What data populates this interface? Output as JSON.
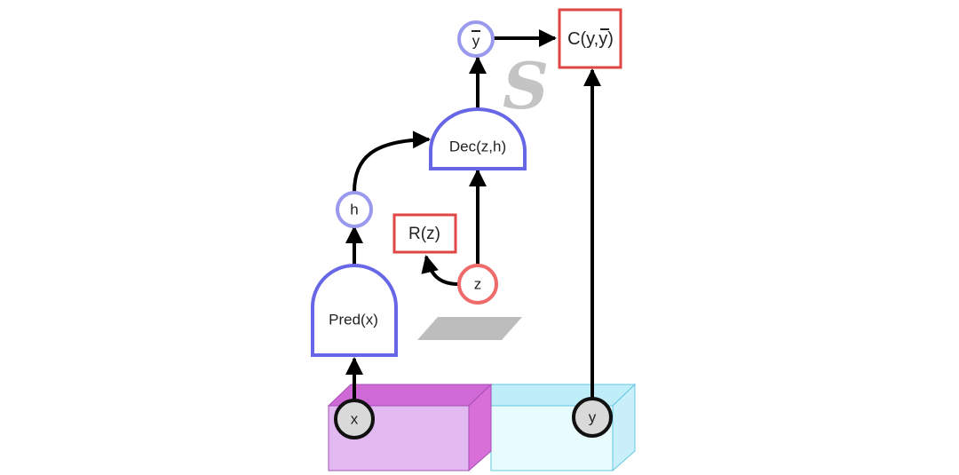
{
  "nodes": {
    "x": "x",
    "y": "y",
    "h": "h",
    "z": "z",
    "y_bar": "y",
    "pred": "Pred(x)",
    "dec": "Dec(z,h)",
    "reg": "R(z)",
    "cost_prefix": "C(y,",
    "cost_ybar": "y",
    "cost_suffix": ")"
  },
  "colors": {
    "encoder_blue": "#6666e6",
    "latent_blue": "#9999ee",
    "cost_red": "#e04646",
    "latent_red": "#ef6b6b",
    "observed_node": "#d9d9d9",
    "x_block_top": "#cf69d6",
    "x_block_front": "#e2b9f0",
    "y_block_top": "#bfeef8",
    "y_block_front": "#e8fbfd",
    "shadow_gray": "#bdbdbd"
  },
  "icons": {
    "latent_plane": "gray-parallelogram-shape",
    "squiggle": "gray-s-glyph"
  }
}
